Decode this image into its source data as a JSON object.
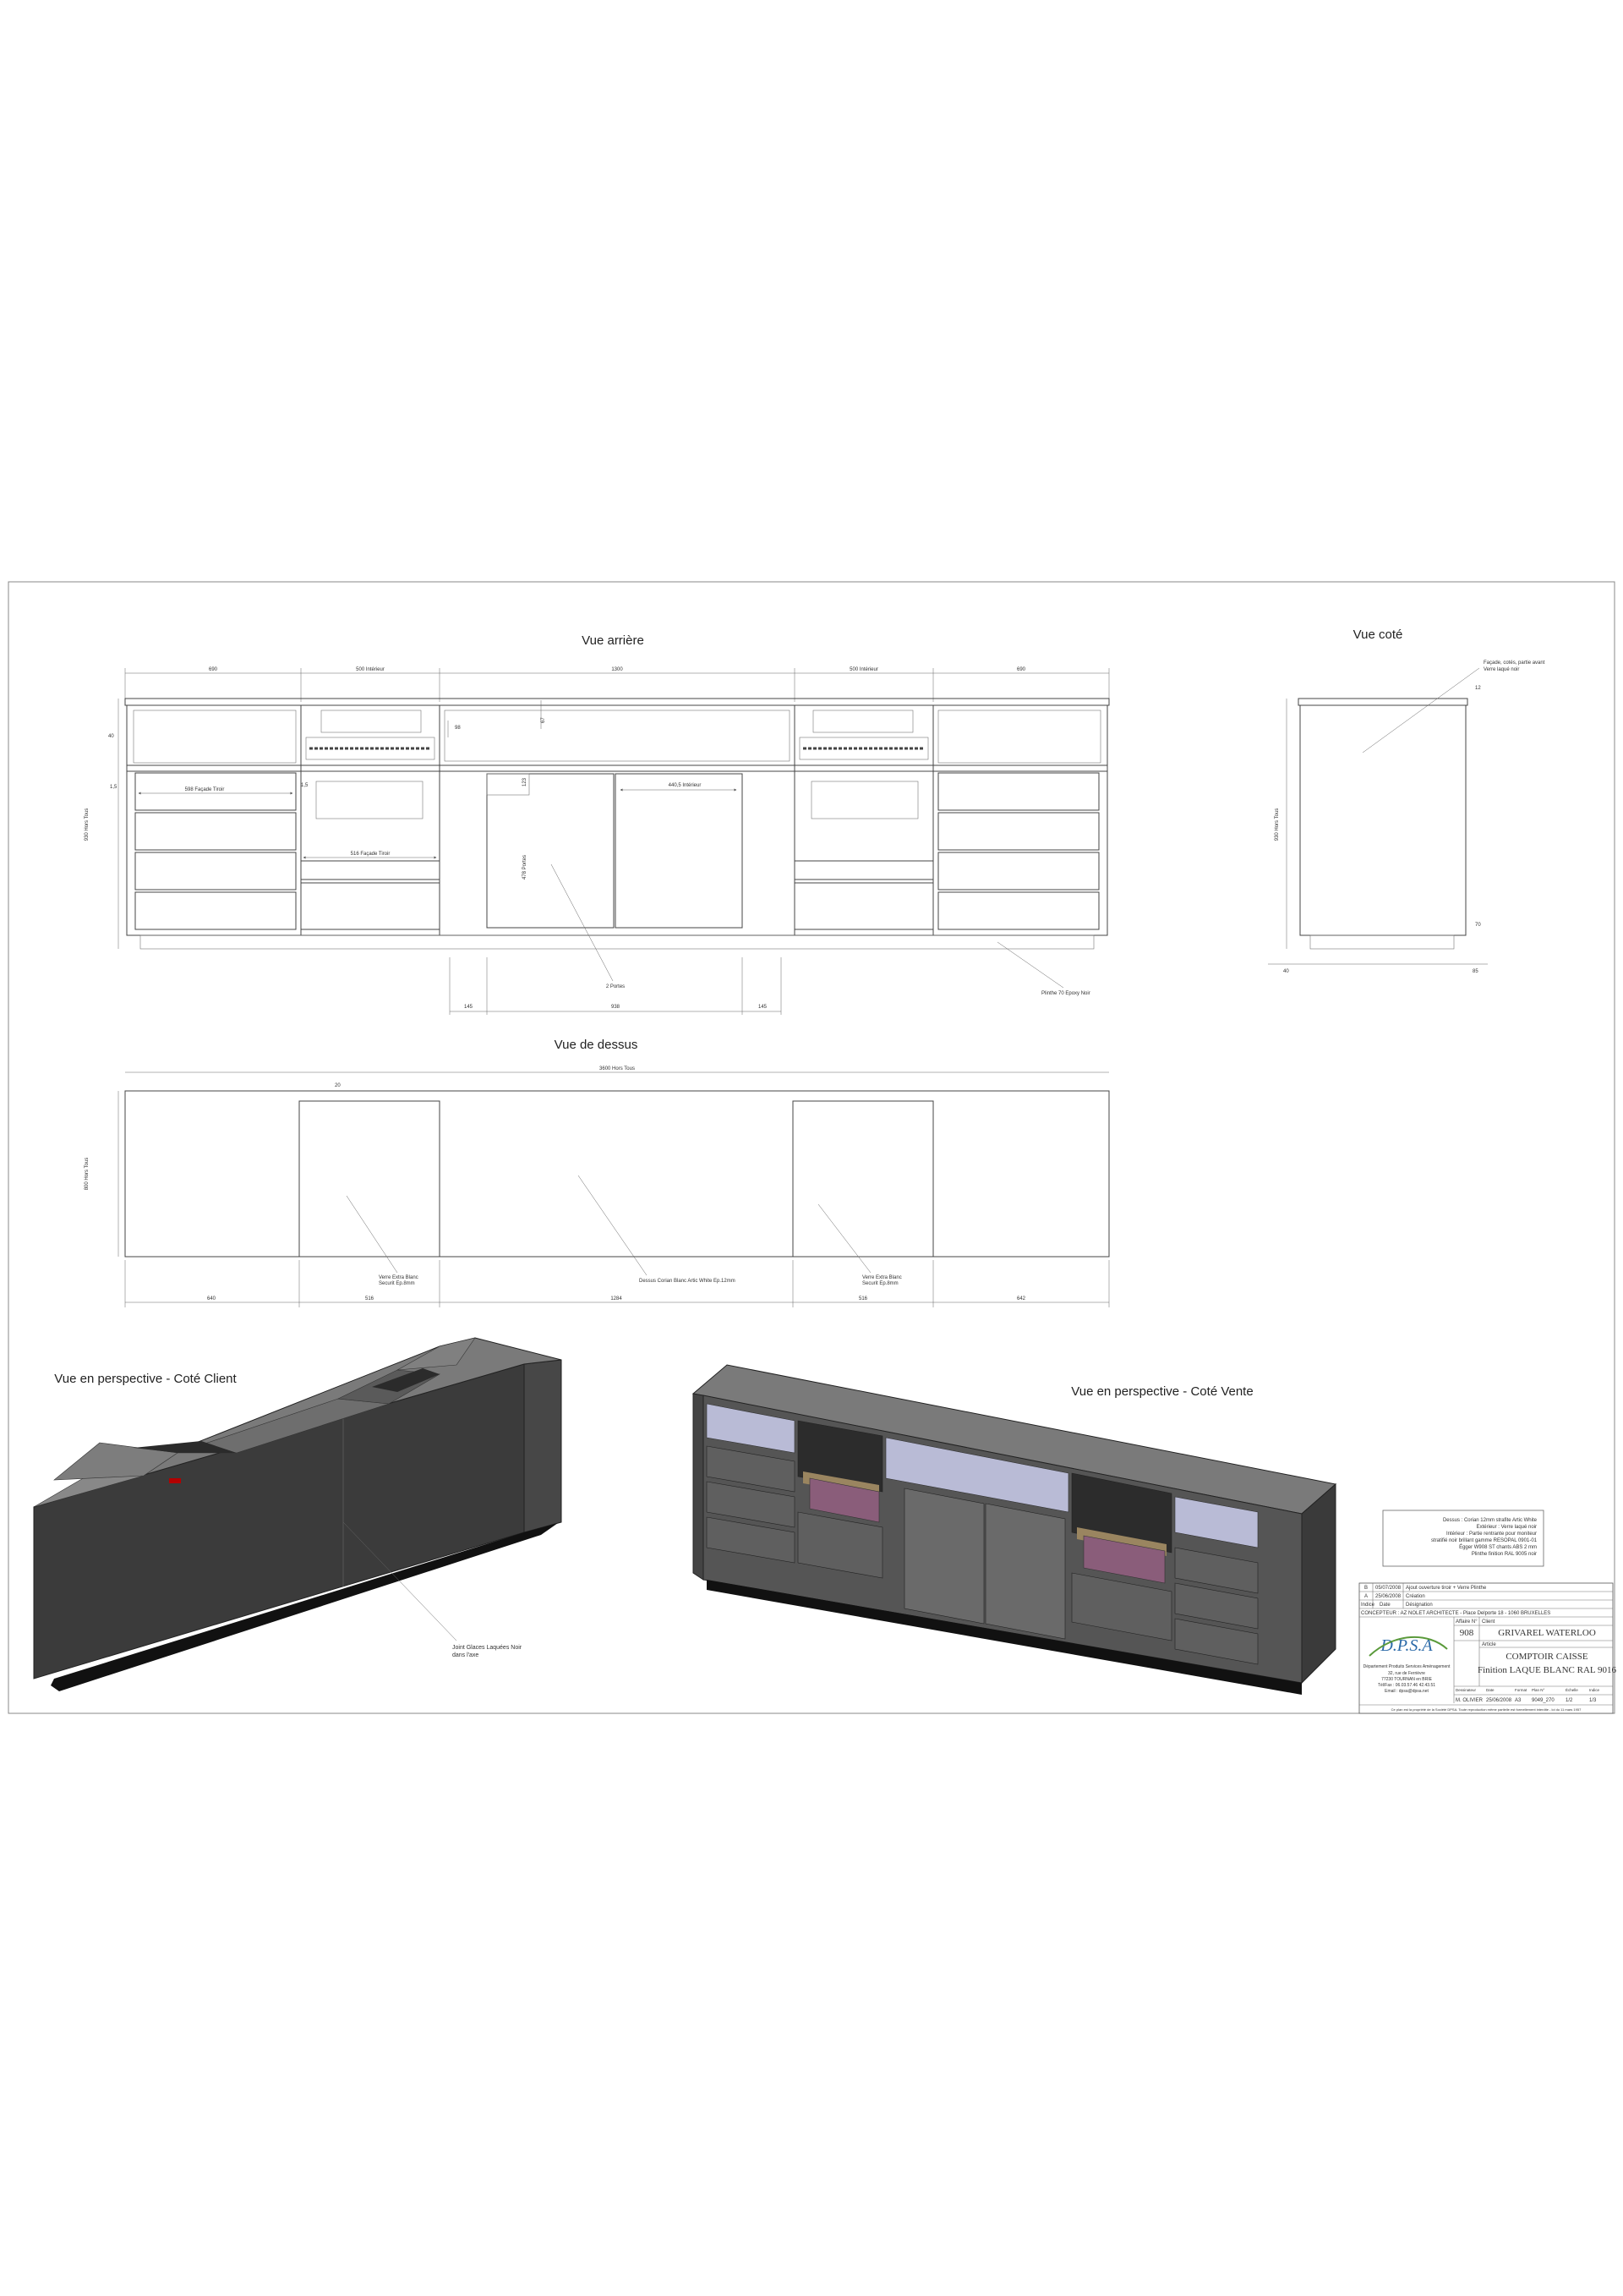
{
  "views": {
    "rear": {
      "title": "Vue arrière"
    },
    "side": {
      "title": "Vue coté"
    },
    "top": {
      "title": "Vue de dessus"
    },
    "persp_client": {
      "title": "Vue en perspective - Coté Client"
    },
    "persp_vente": {
      "title": "Vue en perspective - Coté Vente"
    }
  },
  "rear_dims": {
    "w_left": "690",
    "w_int1": "500 Intérieur",
    "w_mid": "1300",
    "w_int2": "500 Intérieur",
    "w_right": "690",
    "h_total": "930 Hors Tous",
    "h_top": "40",
    "gap_a": "1,5",
    "gap_b": "1,5",
    "d_67": "67",
    "d_98": "98",
    "d_123": "123",
    "facade_tiroir_598": "598 Façade Tiroir",
    "facade_tiroir_516": "516 Façade Tiroir",
    "int_440": "440,5 Intérieur",
    "portes_h": "478 Portes",
    "portes_label": "2 Portes",
    "plinthe": "Plinthe 70 Epoxy Noir",
    "b_145a": "145",
    "b_938": "938",
    "b_145b": "145"
  },
  "side_dims": {
    "note_line1": "Façade, cotés, partie avant",
    "note_line2": "Verre laqué noir",
    "d_12": "12",
    "h_total": "930 Hors Tous",
    "d_70": "70",
    "d_40": "40",
    "d_85": "85"
  },
  "top_dims": {
    "total": "3600 Hors Tous",
    "depth": "800 Hors Tous",
    "d_20": "20",
    "glass1_l1": "Verre Extra Blanc",
    "glass1_l2": "Securit Ep.8mm",
    "corian": "Dessus Corian Blanc Artic White Ep.12mm",
    "glass2_l1": "Verre Extra Blanc",
    "glass2_l2": "Securit Ep.8mm",
    "b_640a": "640",
    "b_516a": "516",
    "b_1284": "1284",
    "b_516b": "516",
    "b_642": "642"
  },
  "persp_note": {
    "l1": "Joint Glaces Laquées Noir",
    "l2": "dans l'axe"
  },
  "legend": {
    "l1": "Dessus : Corian 12mm strafite Artic White",
    "l2": "Extérieur : Verre laqué noir",
    "l3": "Intérieur : Partie rentrante pour moniteur",
    "l4": "stratifié noir brillant gamme RESOPAL 0901-01",
    "l5": "Égger W908 ST chants ABS 2 mm",
    "l6": "Plinthe finition RAL 9005 noir"
  },
  "titleblock": {
    "rev_b": "B",
    "rev_b_date": "05/07/2008",
    "rev_b_text": "Ajout ouverture tiroir + Verre Plinthe",
    "rev_a": "A",
    "rev_a_date": "25/06/2008",
    "rev_a_text": "Création",
    "h_indice": "Indice",
    "h_date": "Date",
    "h_designation": "Désignation",
    "concepteur": "CONCEPTEUR : AZ NOLET ARCHITECTE - Place Delporte 18 - 1060 BRUXELLES",
    "logo": "D.P.S.A",
    "company": "Département Produits Services Aménagement",
    "addr1": "32, rue de Ferrièvre",
    "addr2": "77230 TOURNAN en BRIE",
    "tel": "Tél/Fax : 06.03.57.46 42.43.51",
    "email": "Email : dpsa@dpsa.net",
    "affaire_label": "Affaire N°",
    "affaire_no": "908",
    "client_label": "Client",
    "client": "GRIVAREL WATERLOO",
    "article_label": "Article",
    "article": "COMPTOIR CAISSE",
    "finition": "Finition LAQUE BLANC RAL 9016",
    "dessinateur_label": "Dessinateur",
    "dessinateur": "M. OLIVIER",
    "date_label": "Date",
    "date": "25/06/2008",
    "format_label": "Format",
    "format": "A3",
    "plan_label": "Plan N°",
    "plan": "9049_270",
    "echelle_label": "Échelle",
    "echelle": "1/2",
    "ind_label": "Indice",
    "ind": "1/3",
    "footer": "Ce plan est la propriété de la Société DPSA. Toute reproduction même partielle est formellement interdite - loi du 11 mars 1957"
  },
  "colors": {
    "glass_black": "#2f2f2f",
    "glass_side": "#484848",
    "top_corian": "#8a8a8a",
    "interior": "#b9bbd6",
    "drawer_purple": "#8a5d7a",
    "plinth": "#111111",
    "wood": "#9a8560"
  }
}
